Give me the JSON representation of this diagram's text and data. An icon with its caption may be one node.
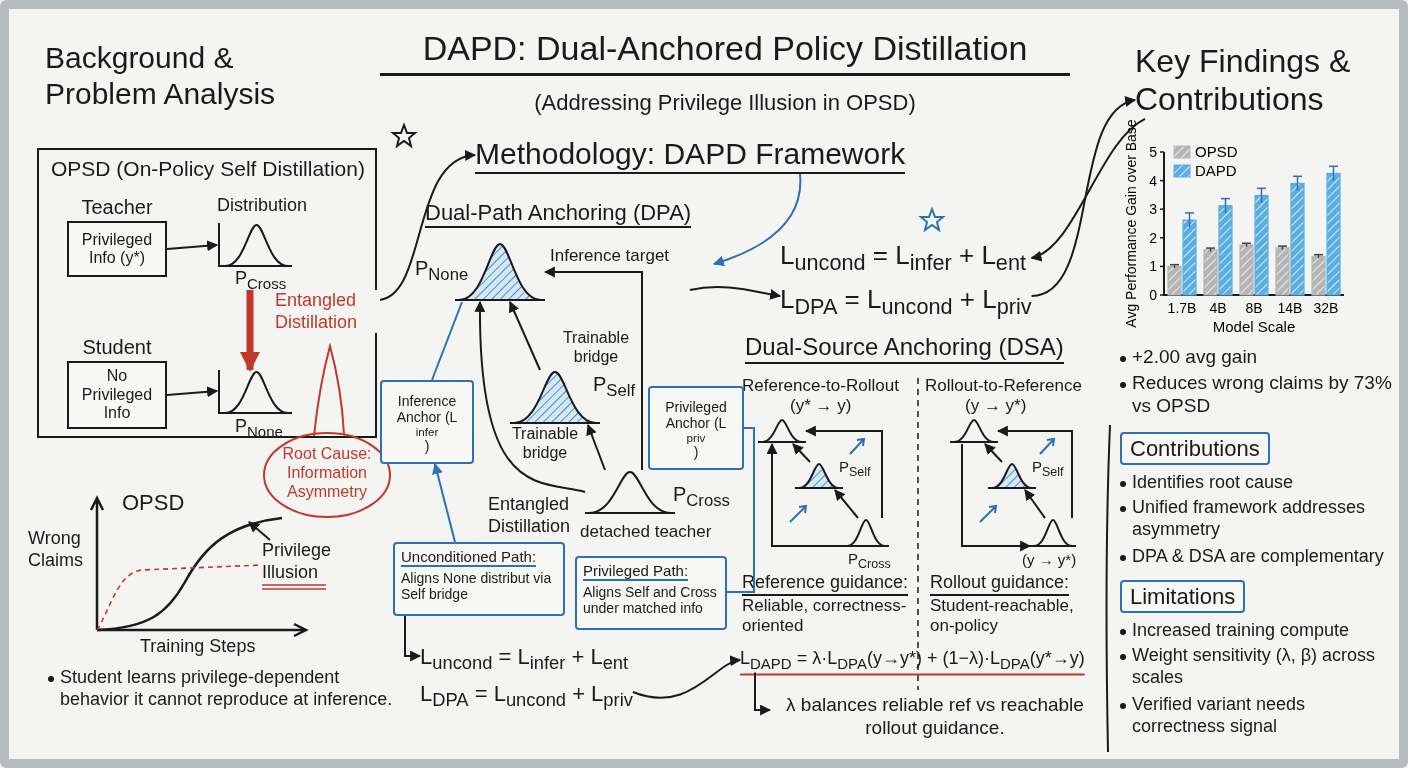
{
  "diagram": {
    "title": "DAPD: Dual-Anchored Policy Distillation",
    "nodes": [
      {
        "text": [
          "OPSD (On-Policy Self Distillation)"
        ]
      },
      {
        "text": [
          "Teacher",
          "Privileged Info (y*)"
        ],
        "in": 0
      },
      {
        "text": [
          "Distribution",
          "P$_{Cross}$"
        ],
        "in": 0
      },
      {
        "text": [
          "Student",
          "No Privileged Info"
        ],
        "in": 0
      },
      {
        "text": [
          "P$_{None}$"
        ],
        "in": 0
      },
      {
        "text": [
          "Root Cause: Information Asymmetry"
        ]
      },
      {
        "text": [
          "Privilege Illusion"
        ]
      },
      {
        "text": [
          "Methodology: DAPD Framework"
        ]
      },
      {
        "text": [
          "P$_{None}$"
        ],
        "beside": [
          "Inference target"
        ]
      },
      {
        "text": [
          "Inference Anchor (L$_{infer}$)"
        ]
      },
      {
        "text": [
          "P$_{Self}$"
        ],
        "beside": [
          "Trainable bridge",
          "Trainable bridge"
        ]
      },
      {
        "text": [
          "Privileged Anchor (L$_{priv}$)"
        ]
      },
      {
        "text": [
          "P$_{Cross}$"
        ],
        "beside": [
          "detached teacher"
        ]
      },
      {
        "text": [
          "Unconditioned Path:",
          "Aligns None distribut via Self bridge"
        ]
      },
      {
        "text": [
          "Privileged Path:",
          "Aligns Self and Cross under matched info"
        ]
      },
      {
        "text": [
          "L$_{uncond}$ = L$_{infer}$ + L$_{ent}$",
          "L$_{DPA}$ = L$_{uncond}$ + L$_{priv}$"
        ]
      },
      {
        "text": [
          "L$_{uncond}$ = L$_{infer}$ + L$_{ent}$",
          "L$_{DPA}$ = L$_{uncond}$ + L$_{priv}$"
        ]
      },
      {
        "text": [],
        "shape": "curve"
      },
      {
        "text": [
          "P$_{Self}$"
        ]
      },
      {
        "text": [
          "P$_{Cross}$"
        ]
      },
      {
        "text": [],
        "shape": "curve"
      },
      {
        "text": [
          "P$_{Self}$"
        ]
      },
      {
        "text": [],
        "shape": "curve"
      },
      {
        "text": [
          "L$_{DAPD}$ = λ·L$_{DPA}$(y→y*) + (1−λ)·L$_{DPA}$(y*→y)"
        ]
      },
      {
        "text": [
          "λ balances reliable ref vs reachable rollout guidance."
        ]
      },
      {
        "text": [
          "Key Findings & Contributions"
        ]
      },
      {
        "text": [
          "Contributions"
        ]
      },
      {
        "text": [
          "Limitations"
        ]
      }
    ],
    "edges": [
      {
        "from": 1,
        "to": 2,
        "arrow": "to"
      },
      {
        "from": 3,
        "to": 4,
        "arrow": "to"
      },
      {
        "from": 2,
        "to": 4,
        "arrow": "to",
        "label": "Entangled Distillation",
        "style": "thick",
        "color": "#c0392b"
      },
      {
        "from": 6,
        "to": null,
        "arrow": "to"
      },
      {
        "from": 0,
        "to": 7,
        "arrow": "to"
      },
      {
        "from": 7,
        "to": null,
        "arrow": "to",
        "color": "#2f6fb5"
      },
      {
        "from": 10,
        "to": 8,
        "arrow": "to"
      },
      {
        "from": 12,
        "to": 10,
        "arrow": "to"
      },
      {
        "from": 12,
        "to": 8,
        "arrow": "to",
        "label": "Entangled Distillation"
      },
      {
        "from": 12,
        "to": 8,
        "arrow": "to"
      },
      {
        "from": 9,
        "to": 8,
        "arrow": "none",
        "color": "#2f6fb5"
      },
      {
        "from": 13,
        "to": 9,
        "arrow": "to",
        "color": "#2f6fb5"
      },
      {
        "from": 14,
        "to": 11,
        "arrow": "none",
        "color": "#2f6fb5"
      },
      {
        "from": 13,
        "to": 15,
        "arrow": "to"
      },
      {
        "from": null,
        "to": 16,
        "arrow": "to"
      },
      {
        "from": 15,
        "to": 23,
        "arrow": "to"
      },
      {
        "from": 16,
        "to": 25,
        "arrow": "to"
      },
      {
        "from": 19,
        "to": 17,
        "arrow": "to"
      },
      {
        "from": 19,
        "to": 17,
        "arrow": "to"
      },
      {
        "from": 18,
        "to": 17,
        "arrow": "to"
      },
      {
        "from": 19,
        "to": 18,
        "arrow": "to"
      },
      {
        "from": 20,
        "to": 22,
        "arrow": "to"
      },
      {
        "from": 22,
        "to": 20,
        "arrow": "to"
      },
      {
        "from": 21,
        "to": 20,
        "arrow": "to"
      },
      {
        "from": 22,
        "to": 21,
        "arrow": "to"
      },
      {
        "from": 23,
        "to": 24,
        "arrow": "to"
      },
      {
        "from": 25,
        "to": 16,
        "arrow": "to"
      }
    ],
    "labels": [
      "Background & Problem Analysis",
      "(Addressing Privilege Illusion in OPSD)",
      "Dual-Path Anchoring (DPA)",
      "OPSD",
      "Wrong Claims",
      "Training Steps",
      "Student learns privilege-dependent behavior it cannot reproduce at inference.",
      "Dual-Source Anchoring (DSA)",
      "Reference-to-Rollout",
      "(y* → y)",
      "Rollout-to-Reference",
      "(y → y*)",
      "Reference guidance:",
      "Reliable, correctness-oriented",
      "Rollout guidance:",
      "Student-reachable, on-policy",
      "+2.00 avg gain",
      "Reduces wrong claims by 73% vs OPSD",
      "Identifies root cause",
      "Unified framework addresses asymmetry",
      "DPA & DSA are complementary",
      "Increased training compute",
      "Weight sensitivity (λ, β) across scales",
      "Verified variant needs correctness signal",
      "(y → y*)"
    ],
    "chart_data": {
      "type": "bar",
      "xlabel": "Model Scale",
      "ylabel": "Avg Performance Gain over Base",
      "categories": [
        "1.7B",
        "4B",
        "8B",
        "14B",
        "32B"
      ],
      "series": [
        {
          "name": "OPSD",
          "color": "#b5b5b5",
          "values": [
            1.0,
            1.58,
            1.75,
            1.65,
            1.35
          ]
        },
        {
          "name": "DAPD",
          "color": "#5aaee0",
          "values": [
            2.62,
            3.12,
            3.48,
            3.9,
            4.25
          ]
        }
      ],
      "ylim": [
        0,
        5
      ],
      "yticks": [
        0,
        1,
        2,
        3,
        4,
        5
      ],
      "legend": "upper left"
    }
  }
}
